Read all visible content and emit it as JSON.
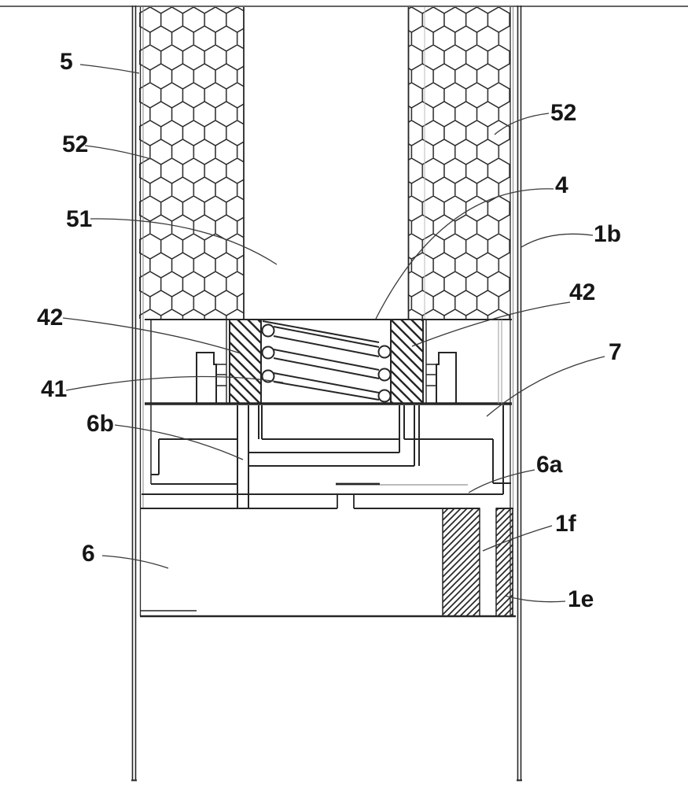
{
  "figure": {
    "kind": "patent-cross-section-diagram",
    "colors": {
      "background": "#ffffff",
      "line": "#262626",
      "light_line": "#9a9a9a",
      "label_text": "#161616"
    },
    "labels": {
      "l5": {
        "text": "5"
      },
      "l52_left": {
        "text": "52"
      },
      "l51": {
        "text": "51"
      },
      "l52_right": {
        "text": "52"
      },
      "l4": {
        "text": "4"
      },
      "l1b": {
        "text": "1b"
      },
      "l42_left": {
        "text": "42"
      },
      "l42_right": {
        "text": "42"
      },
      "l7": {
        "text": "7"
      },
      "l41": {
        "text": "41"
      },
      "l6b": {
        "text": "6b"
      },
      "l6a": {
        "text": "6a"
      },
      "l1f": {
        "text": "1f"
      },
      "l6": {
        "text": "6"
      },
      "l1e": {
        "text": "1e"
      }
    }
  }
}
